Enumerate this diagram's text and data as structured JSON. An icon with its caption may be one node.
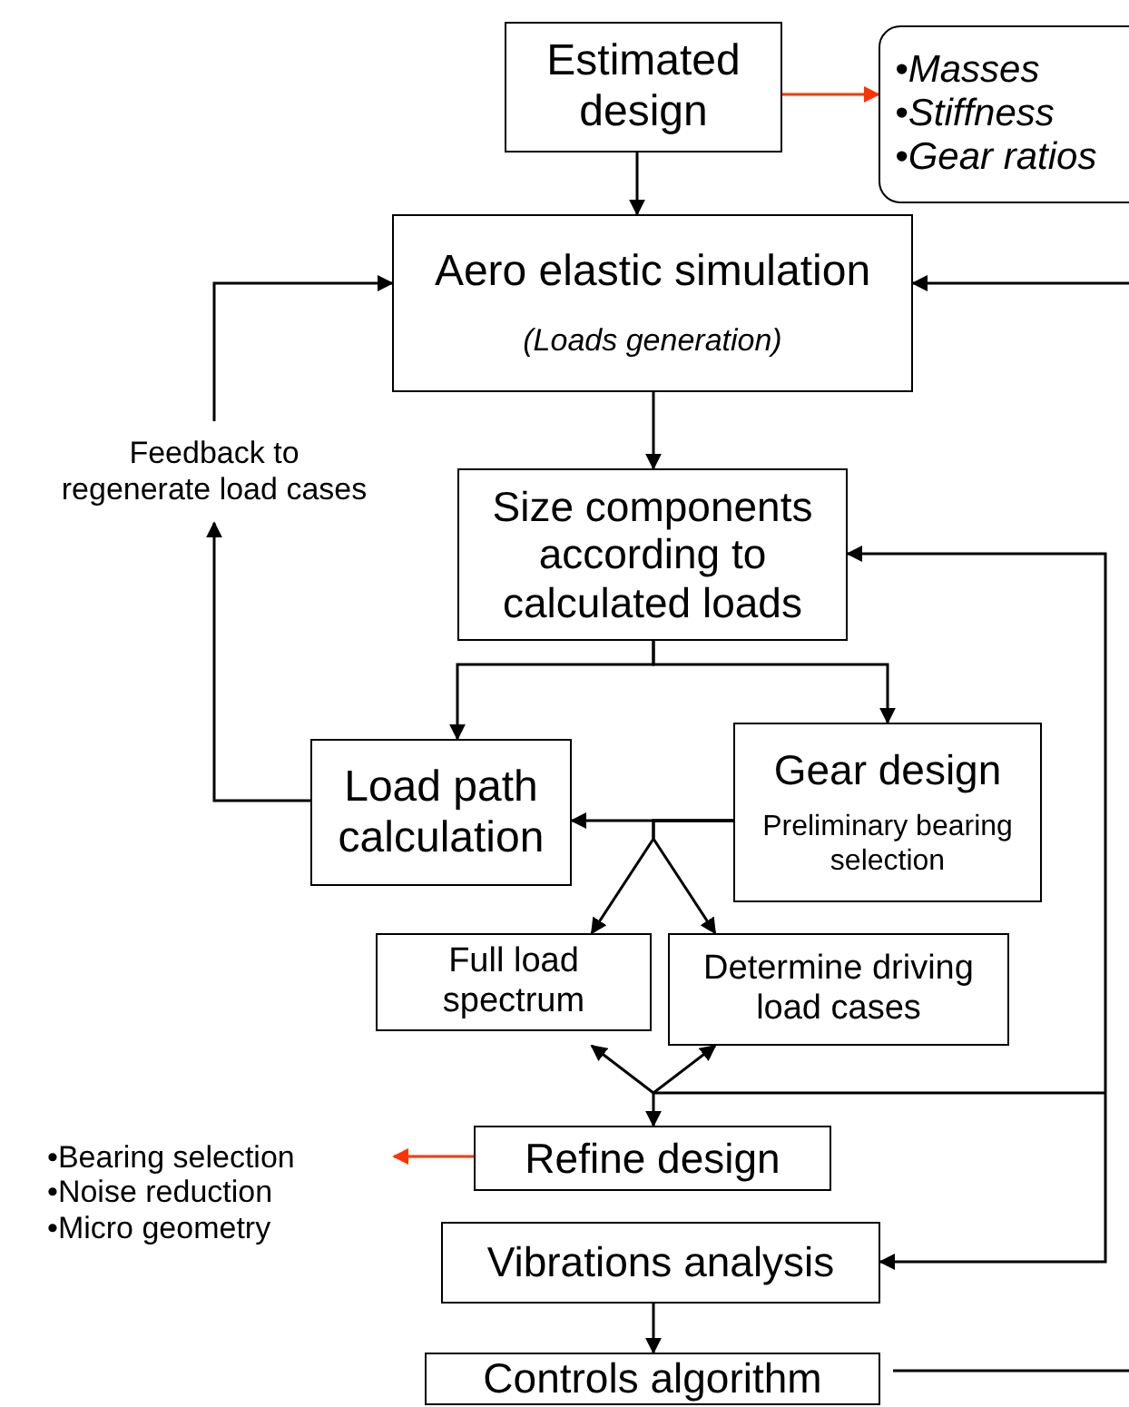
{
  "diagram": {
    "nodes": [
      {
        "text": [
          "Estimated design"
        ]
      },
      {
        "text": [
          "•Masses",
          "•Stiffness",
          "•Gear ratios"
        ]
      },
      {
        "text": [
          "Aero elastic simulation",
          "(Loads generation)"
        ]
      },
      {
        "text": [
          "Feedback to regenerate load cases"
        ]
      },
      {
        "text": [
          "Size components according to calculated loads"
        ]
      },
      {
        "text": [
          "Load path calculation"
        ]
      },
      {
        "text": [
          "Gear design",
          "Preliminary bearing selection"
        ]
      },
      {
        "text": [
          "Full load spectrum"
        ]
      },
      {
        "text": [
          "Determine driving load cases"
        ]
      },
      {
        "text": [
          "Refine design"
        ]
      },
      {
        "text": [
          "Vibrations analysis"
        ]
      },
      {
        "text": [
          "Controls algorithm"
        ]
      },
      {
        "text": [
          "•Bearing selection",
          "•Noise reduction",
          "•Micro geometry"
        ]
      }
    ],
    "edges": [
      {
        "from": 0,
        "to": 1,
        "arrow": "to",
        "color": "#ff3300"
      },
      {
        "from": 0,
        "to": 2,
        "arrow": "to"
      },
      {
        "from": 2,
        "to": 4,
        "arrow": "to"
      },
      {
        "from": 4,
        "to": 5,
        "arrow": "to"
      },
      {
        "from": 4,
        "to": 6,
        "arrow": "to"
      },
      {
        "from": 5,
        "to": 3,
        "arrow": "to"
      },
      {
        "from": 3,
        "to": 2,
        "arrow": "to"
      },
      {
        "from": 6,
        "to": 5,
        "arrow": "to"
      },
      {
        "from": 6,
        "to": 7,
        "arrow": "to"
      },
      {
        "from": 6,
        "to": 8,
        "arrow": "to"
      },
      {
        "from": null,
        "to": 7,
        "arrow": "to"
      },
      {
        "from": null,
        "to": 8,
        "arrow": "to"
      },
      {
        "from": null,
        "to": 9,
        "arrow": "to"
      },
      {
        "from": null,
        "to": 4,
        "arrow": "to"
      },
      {
        "from": null,
        "to": 10,
        "arrow": "to"
      },
      {
        "from": 9,
        "to": 12,
        "arrow": "to",
        "color": "#ff3300"
      },
      {
        "from": 10,
        "to": 11,
        "arrow": "to"
      },
      {
        "from": 11,
        "to": null,
        "arrow": "none"
      },
      {
        "from": null,
        "to": 2,
        "arrow": "to"
      }
    ]
  }
}
